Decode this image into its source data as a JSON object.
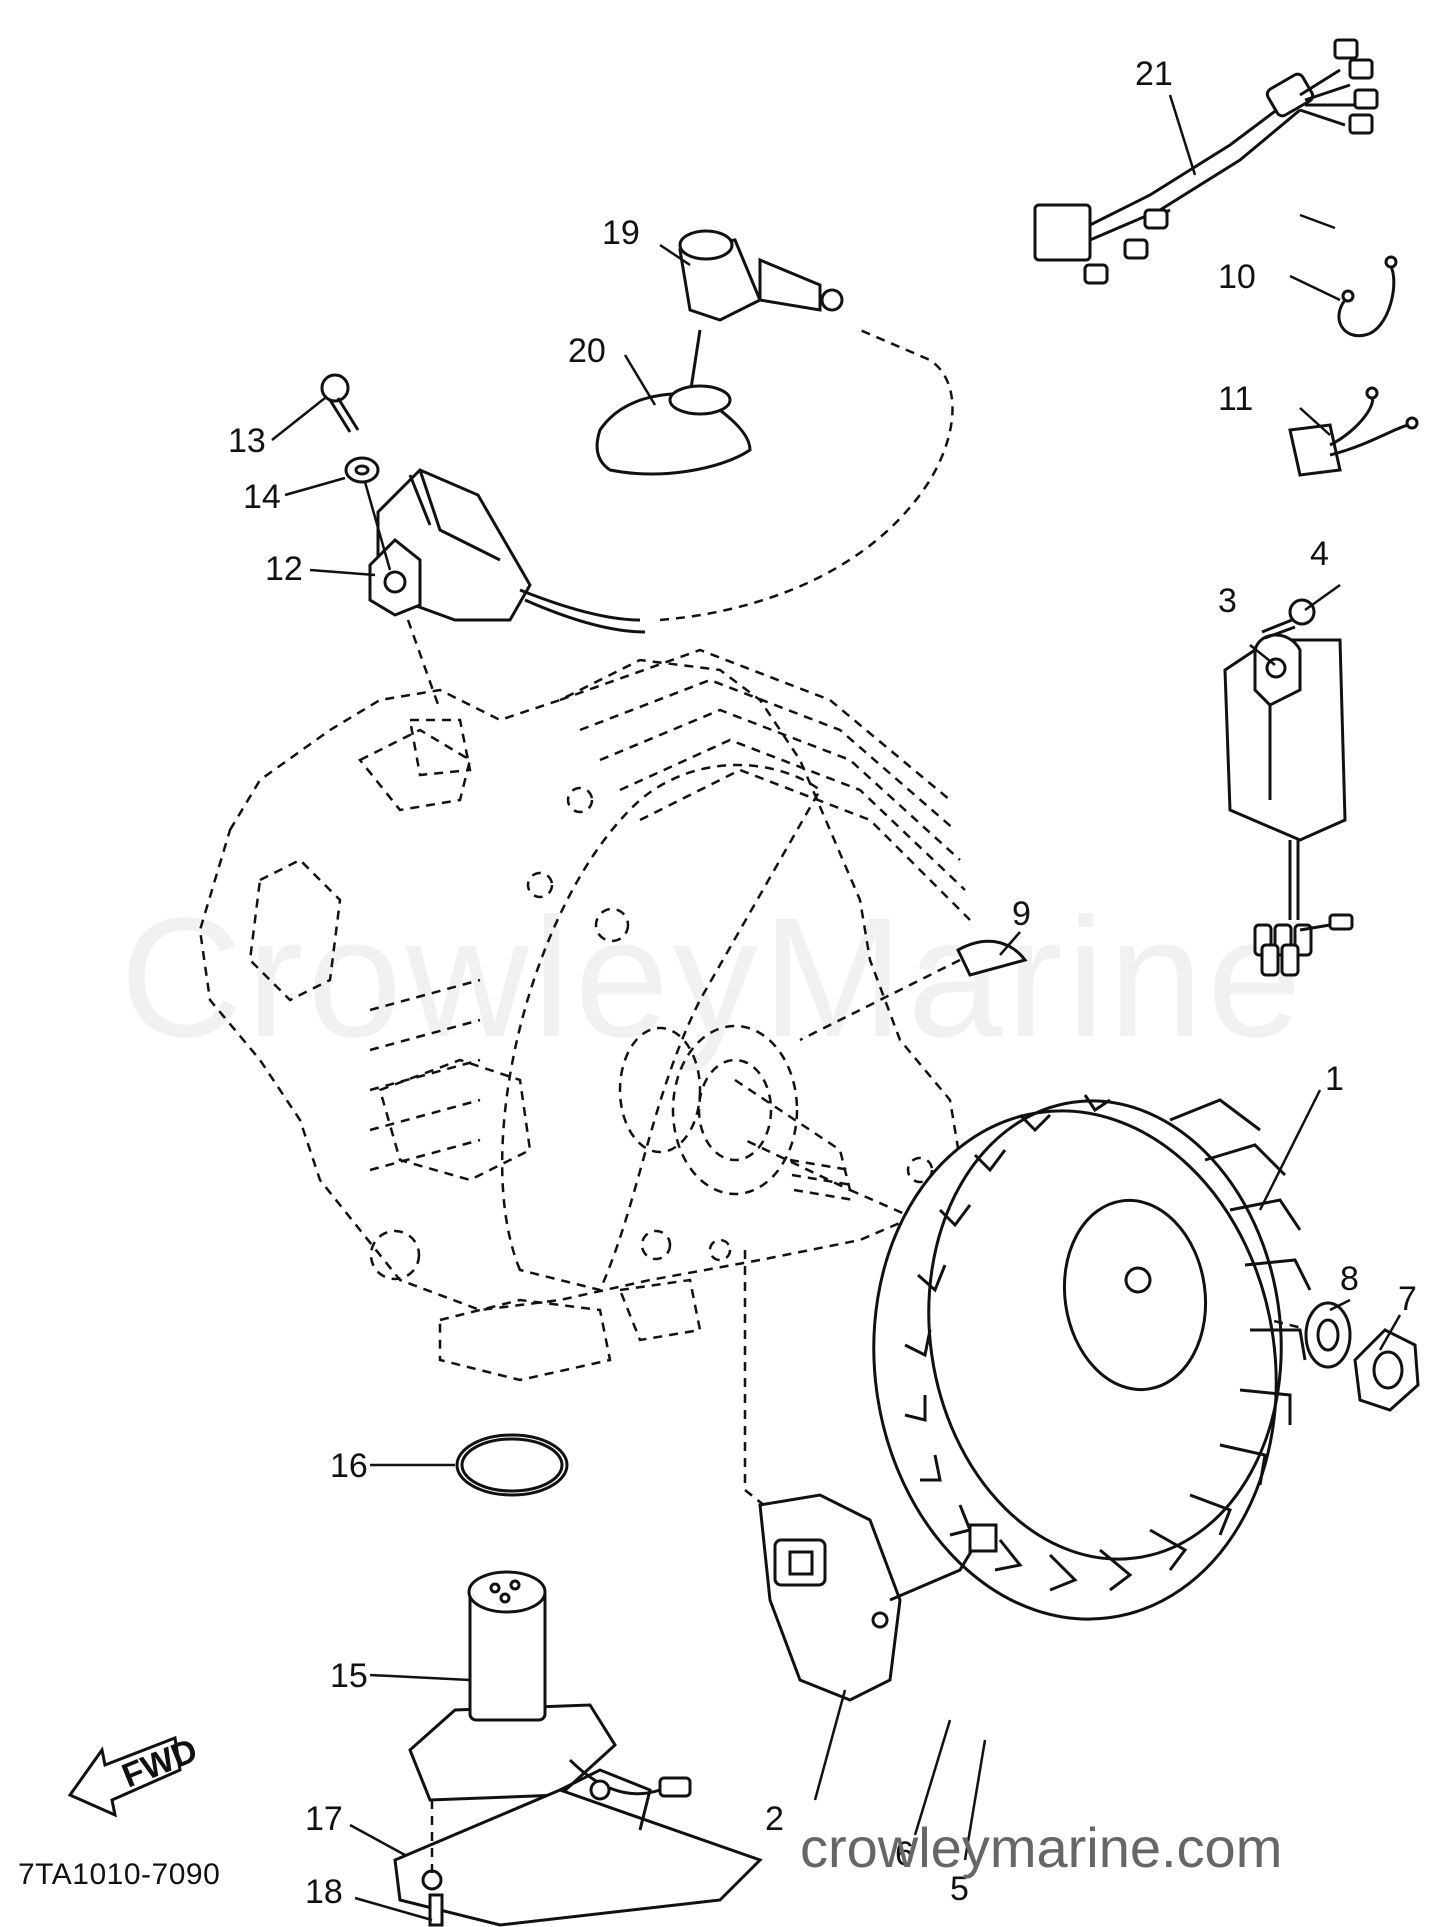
{
  "diagram": {
    "code": "7TA1010-7090",
    "site_mark": "crowleymarine.com",
    "watermark": "CrowleyMarine",
    "fwd_label": "FWD"
  },
  "callouts": [
    "1",
    "2",
    "3",
    "4",
    "5",
    "6",
    "7",
    "8",
    "9",
    "10",
    "11",
    "12",
    "13",
    "14",
    "15",
    "16",
    "17",
    "18",
    "19",
    "20",
    "21"
  ]
}
